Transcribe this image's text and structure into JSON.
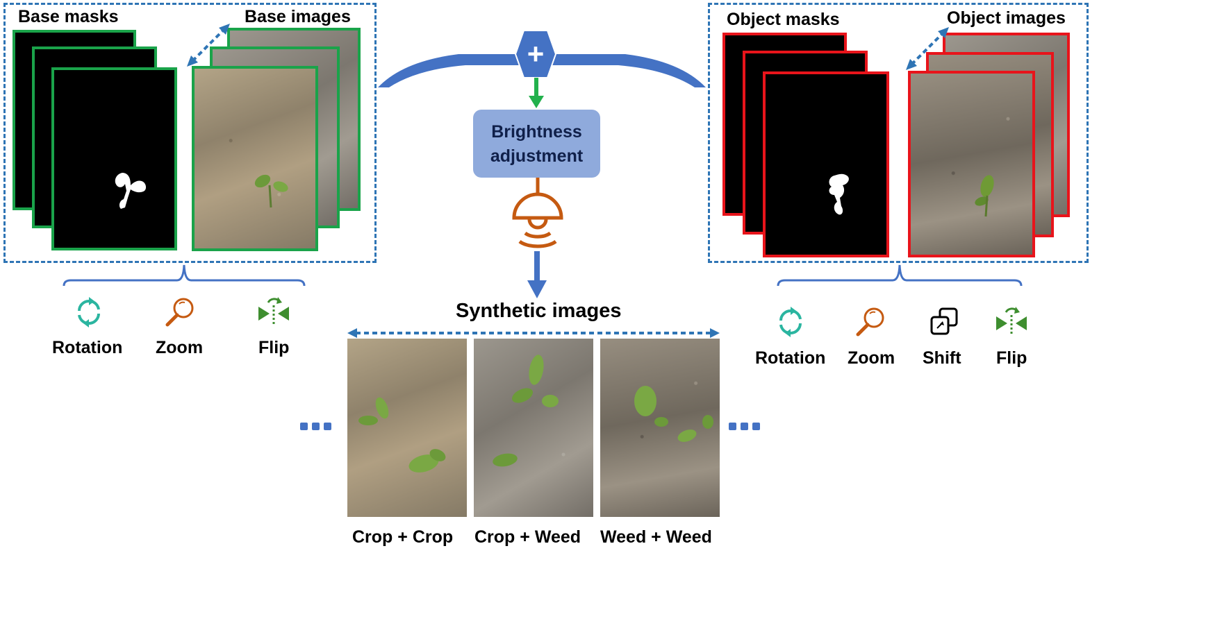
{
  "base": {
    "masks_label": "Base masks",
    "images_label": "Base images",
    "transforms": [
      {
        "label": "Rotation",
        "icon": "rotation-icon"
      },
      {
        "label": "Zoom",
        "icon": "zoom-icon"
      },
      {
        "label": "Flip",
        "icon": "flip-icon"
      }
    ]
  },
  "object": {
    "masks_label": "Object masks",
    "images_label": "Object images",
    "transforms": [
      {
        "label": "Rotation",
        "icon": "rotation-icon"
      },
      {
        "label": "Zoom",
        "icon": "zoom-icon"
      },
      {
        "label": "Shift",
        "icon": "shift-icon"
      },
      {
        "label": "Flip",
        "icon": "flip-icon"
      }
    ]
  },
  "center": {
    "plus_symbol": "+",
    "brightness_line1": "Brightness",
    "brightness_line2": "adjustment"
  },
  "synthetic": {
    "title": "Synthetic images",
    "captions": [
      "Crop + Crop",
      "Crop + Weed",
      "Weed + Weed"
    ]
  },
  "colors": {
    "blue": "#4472c4",
    "dash_blue": "#2f75b5",
    "green_frame": "#1aa34a",
    "red_frame": "#e8141b",
    "orange": "#c55a11",
    "teal": "#2bb5a0",
    "flip_green": "#3e8e2f",
    "box_fill": "#8faadc"
  }
}
